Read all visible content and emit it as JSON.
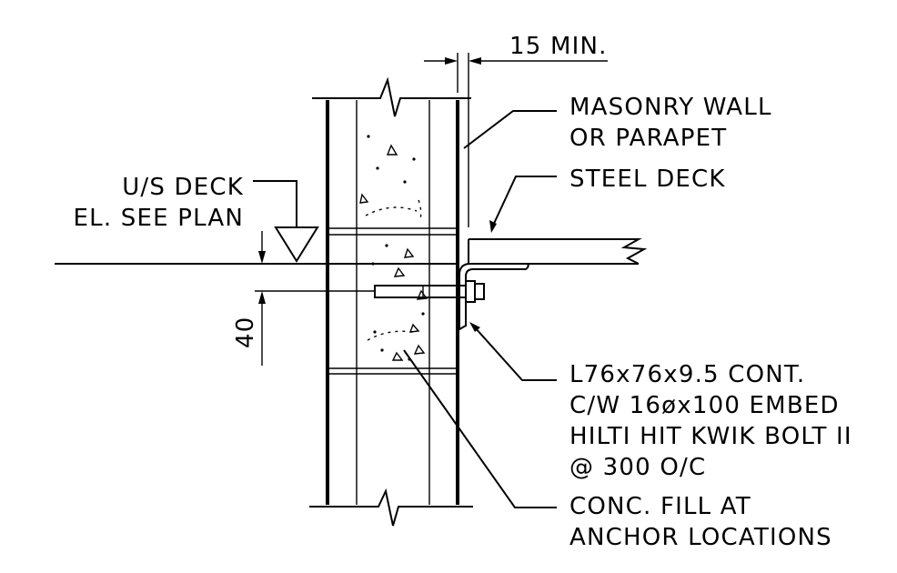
{
  "dimensions": {
    "gap_label": "15 MIN.",
    "offset_label": "40"
  },
  "labels": {
    "deck_elevation": [
      "U/S DECK",
      "EL. SEE PLAN"
    ],
    "wall": [
      "MASONRY WALL",
      "OR PARAPET"
    ],
    "steel_deck": [
      "STEEL DECK"
    ],
    "angle": [
      "L76x76x9.5 CONT.",
      "C/W 16øx100 EMBED",
      "HILTI HIT KWIK BOLT II",
      "@ 300 O/C"
    ],
    "fill": [
      "CONC. FILL AT",
      "ANCHOR LOCATIONS"
    ]
  },
  "colors": {
    "line": "#000000",
    "background": "#ffffff"
  }
}
